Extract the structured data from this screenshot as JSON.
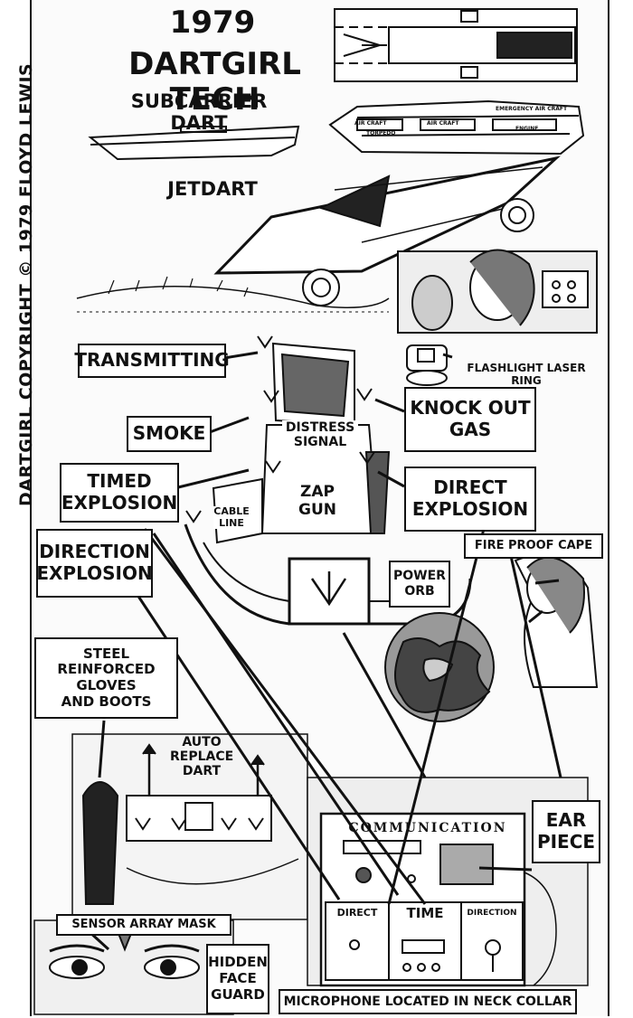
{
  "header": {
    "year": "1979",
    "title": "DARTGIRL TECH"
  },
  "side_copyright": "DARTGIRL COPYRIGHT © 1979 FLOYD LEWIS",
  "craft": {
    "subcarrier_label": "SUBCARRIER DART",
    "jetdart_label": "JETDART",
    "ship_small_labels": [
      "AIR CRAFT",
      "AIR CRAFT",
      "EMERGENCY AIR CRAFT",
      "TORPEDO",
      "ENGINE"
    ]
  },
  "belt_labels": {
    "transmitting": "TRANSMITTING",
    "smoke": "SMOKE",
    "distress_signal": "DISTRESS\nSIGNAL",
    "timed_explosion": "TIMED\nEXPLOSION",
    "direction_explosion": "DIRECTION\nEXPLOSION",
    "cable_line": "CABLE\nLINE",
    "zap_gun": "ZAP\nGUN",
    "knock_out_gas": "KNOCK OUT\nGAS",
    "direct_explosion": "DIRECT\nEXPLOSION",
    "flashlight_laser_ring": "FLASHLIGHT LASER RING"
  },
  "gear_labels": {
    "fire_proof_cape": "FIRE PROOF CAPE",
    "power_orb": "POWER\nORB",
    "steel_gloves_boots": "STEEL REINFORCED\nGLOVES\nAND BOOTS",
    "auto_replace_dart": "AUTO\nREPLACE\nDART",
    "sensor_array_mask": "SENSOR ARRAY MASK",
    "hidden_face_guard": "HIDDEN\nFACE\nGUARD",
    "ear_piece": "EAR\nPIECE",
    "microphone": "MICROPHONE LOCATED IN NECK COLLAR"
  },
  "communicator": {
    "title": "COMMUNICATION",
    "direct": "DIRECT",
    "time": "TIME",
    "direction": "DIRECTION"
  }
}
